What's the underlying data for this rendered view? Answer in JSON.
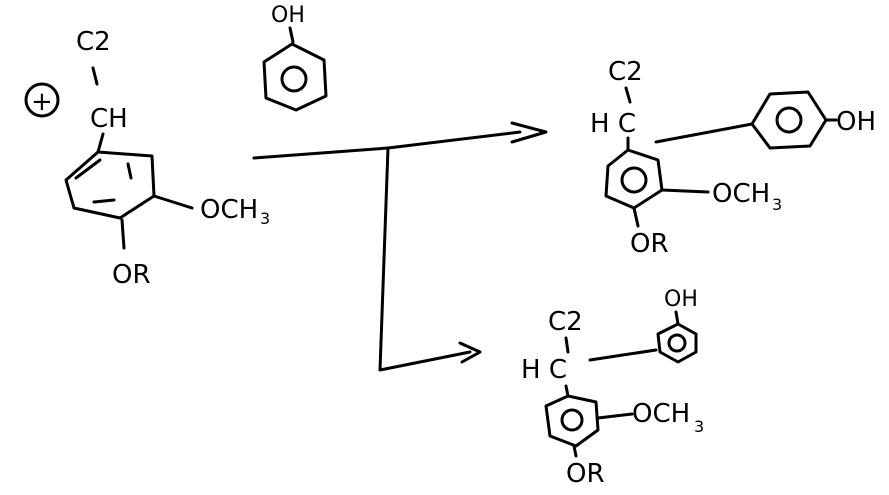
{
  "reactant": {
    "charge": "+",
    "top_group": "C2",
    "ch_label": "CH",
    "methoxy": "OCH",
    "methoxy_sub": "3",
    "or_label": "OR"
  },
  "phenol": {
    "oh_label": "OH"
  },
  "product_para": {
    "top_group": "C2",
    "hc_label": "H C",
    "oh_label": "OH",
    "methoxy": "OCH",
    "methoxy_sub": "3",
    "or_label": "OR"
  },
  "product_ortho": {
    "top_group": "C2",
    "hc_label": "H C",
    "oh_label": "OH",
    "methoxy": "OCH",
    "methoxy_sub": "3",
    "or_label": "OR"
  }
}
